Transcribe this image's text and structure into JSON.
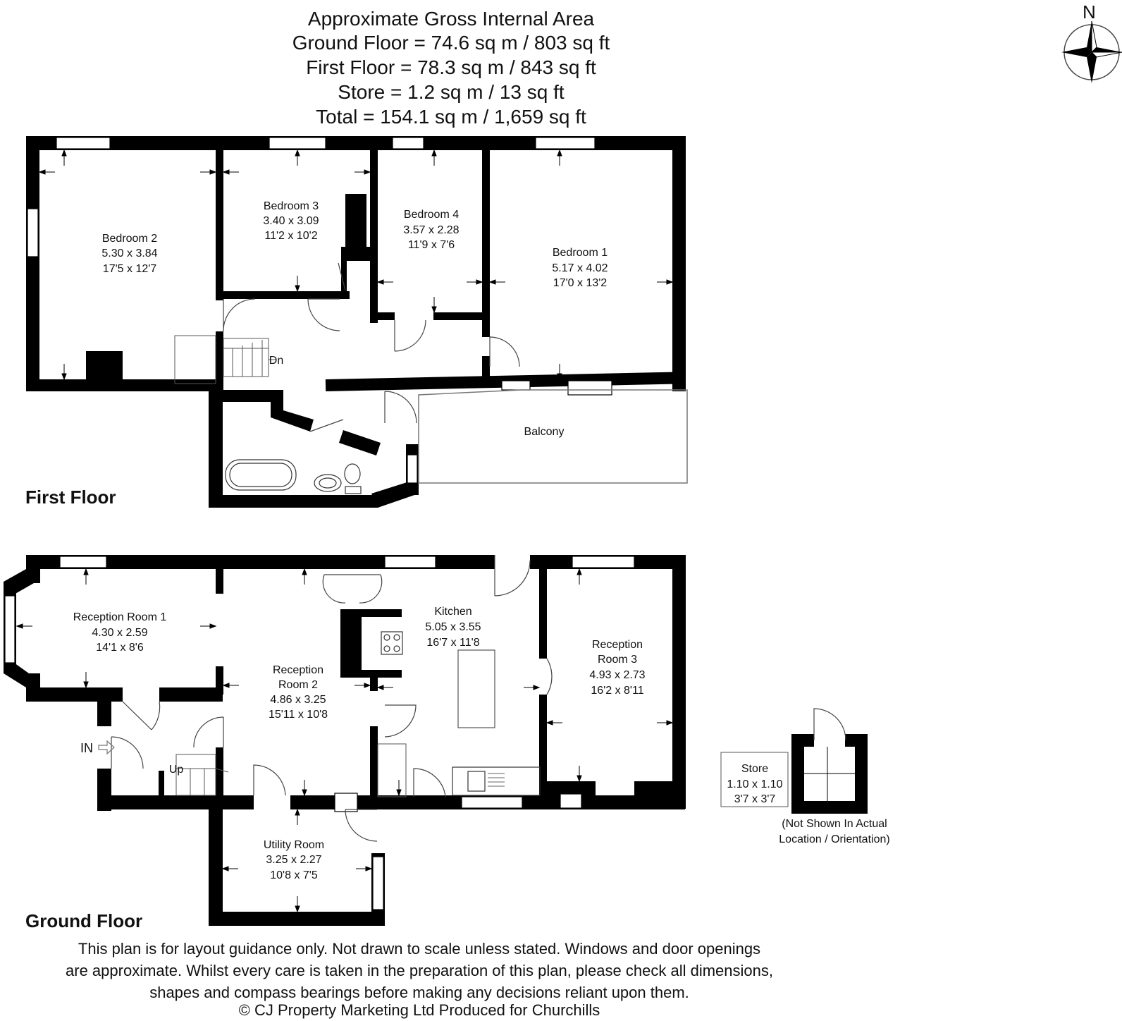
{
  "header": {
    "title": "Approximate Gross Internal Area",
    "ground_floor": "Ground Floor = 74.6 sq m / 803 sq ft",
    "first_floor": "First Floor = 78.3 sq m / 843 sq ft",
    "store": "Store = 1.2 sq m / 13 sq ft",
    "total": "Total = 154.1 sq m / 1,659 sq ft"
  },
  "compass": {
    "label": "N"
  },
  "first_floor": {
    "title": "First Floor",
    "stairs_label": "Dn",
    "rooms": {
      "bedroom2": {
        "name": "Bedroom 2",
        "metric": "5.30 x 3.84",
        "imperial": "17'5 x 12'7"
      },
      "bedroom3": {
        "name": "Bedroom 3",
        "metric": "3.40 x 3.09",
        "imperial": "11'2 x 10'2"
      },
      "bedroom4": {
        "name": "Bedroom 4",
        "metric": "3.57 x 2.28",
        "imperial": "11'9 x 7'6"
      },
      "bedroom1": {
        "name": "Bedroom 1",
        "metric": "5.17 x 4.02",
        "imperial": "17'0 x 13'2"
      },
      "balcony": {
        "name": "Balcony"
      }
    }
  },
  "ground_floor": {
    "title": "Ground Floor",
    "entrance_label": "IN",
    "stairs_label": "Up",
    "rooms": {
      "reception1": {
        "name": "Reception Room 1",
        "metric": "4.30 x 2.59",
        "imperial": "14'1 x 8'6"
      },
      "reception2": {
        "name1": "Reception",
        "name2": "Room 2",
        "metric": "4.86 x 3.25",
        "imperial": "15'11 x 10'8"
      },
      "kitchen": {
        "name": "Kitchen",
        "metric": "5.05 x 3.55",
        "imperial": "16'7 x 11'8"
      },
      "reception3": {
        "name1": "Reception",
        "name2": "Room 3",
        "metric": "4.93 x 2.73",
        "imperial": "16'2 x 8'11"
      },
      "utility": {
        "name": "Utility Room",
        "metric": "3.25 x 2.27",
        "imperial": "10'8 x 7'5"
      }
    }
  },
  "store": {
    "name": "Store",
    "metric": "1.10 x 1.10",
    "imperial": "3'7 x 3'7",
    "note1": "(Not Shown In Actual",
    "note2": "Location / Orientation)"
  },
  "disclaimer": {
    "line1": "This plan is for layout guidance only. Not drawn to scale unless stated. Windows and door openings",
    "line2": "are approximate. Whilst every care is taken in the preparation of this plan, please check all dimensions,",
    "line3": "shapes and compass bearings before making any decisions reliant upon them.",
    "line4": "© CJ Property Marketing Ltd Produced for Churchills"
  },
  "colors": {
    "wall": "#000000",
    "fixture": "#555555",
    "background": "#ffffff"
  }
}
